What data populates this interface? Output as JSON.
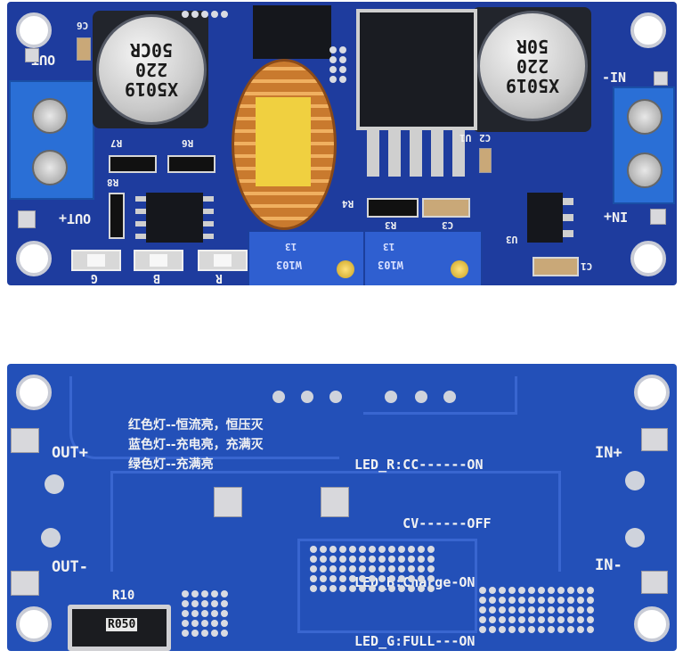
{
  "top_board": {
    "labels": {
      "out_minus": "OUT-",
      "out_plus": "OUT+",
      "in_minus": "-IN",
      "in_plus": "IN+",
      "c6": "C6",
      "r7": "R7",
      "r6": "R6",
      "r8": "R8",
      "r4": "R4",
      "r3": "R3",
      "c3": "C3",
      "c2": "C2",
      "u1": "U1",
      "u3": "U3",
      "c1": "C1",
      "led_g": "G",
      "led_b": "B",
      "led_r": "R",
      "pot_left": "W103",
      "pot_right": "W103",
      "pot_left_sub": "13",
      "pot_right_sub": "13"
    },
    "cap_left": {
      "line1": "X5019",
      "line2": "220",
      "line3": "50CR"
    },
    "cap_right": {
      "line1": "X5019",
      "line2": "220",
      "line3": "50R"
    }
  },
  "bottom_board": {
    "labels": {
      "out_plus": "OUT+",
      "out_minus": "OUT-",
      "in_plus": "IN+",
      "in_minus": "IN-",
      "r10": "R10",
      "r10_value": "R050"
    },
    "chinese_notes": [
      "红色灯--恒流亮，恒压灭",
      "蓝色灯--充电亮，充满灭",
      "绿色灯--充满亮"
    ],
    "led_notes": [
      "LED_R:CC------ON",
      "      CV------OFF",
      "LED_B:Charge-ON",
      "LED_G:FULL---ON"
    ]
  },
  "colors": {
    "pcb_blue": "#1e3c9e",
    "pcb_blue_light": "#2350b8",
    "terminal_blue": "#2a6fd6",
    "silkscreen": "#f2f2f2",
    "coil_copper": "#d08a3a",
    "coil_core": "#f0d040"
  }
}
